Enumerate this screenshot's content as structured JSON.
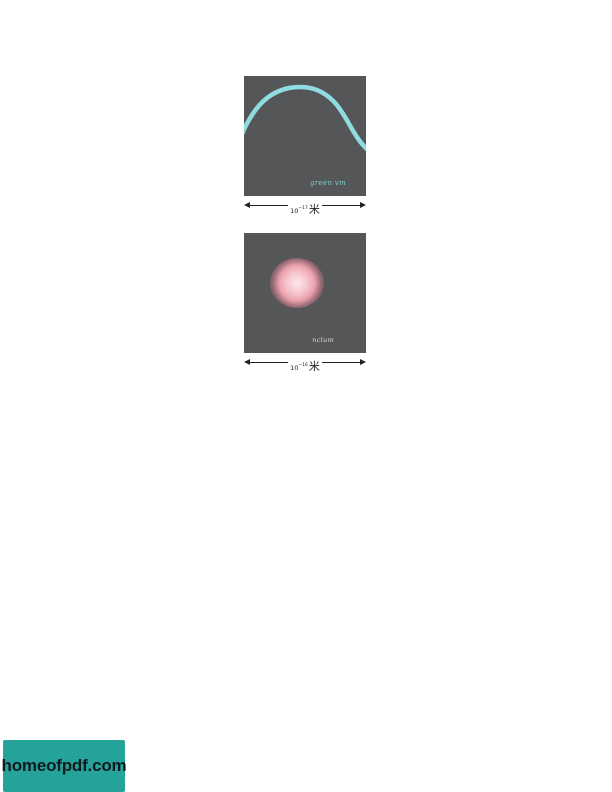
{
  "figures": [
    {
      "caption": "green vm",
      "scale": {
        "base": "10",
        "exponent": "−17",
        "unit": "米"
      },
      "colors": {
        "background": "#555658",
        "curve": "#8fdde0"
      }
    },
    {
      "caption": "nclum",
      "scale": {
        "base": "10",
        "exponent": "−16",
        "unit": "米"
      },
      "colors": {
        "background": "#555658",
        "glow": "#f6c6cd"
      }
    }
  ],
  "watermark": {
    "text": "homeofpdf.com",
    "color": "#25a39a"
  }
}
